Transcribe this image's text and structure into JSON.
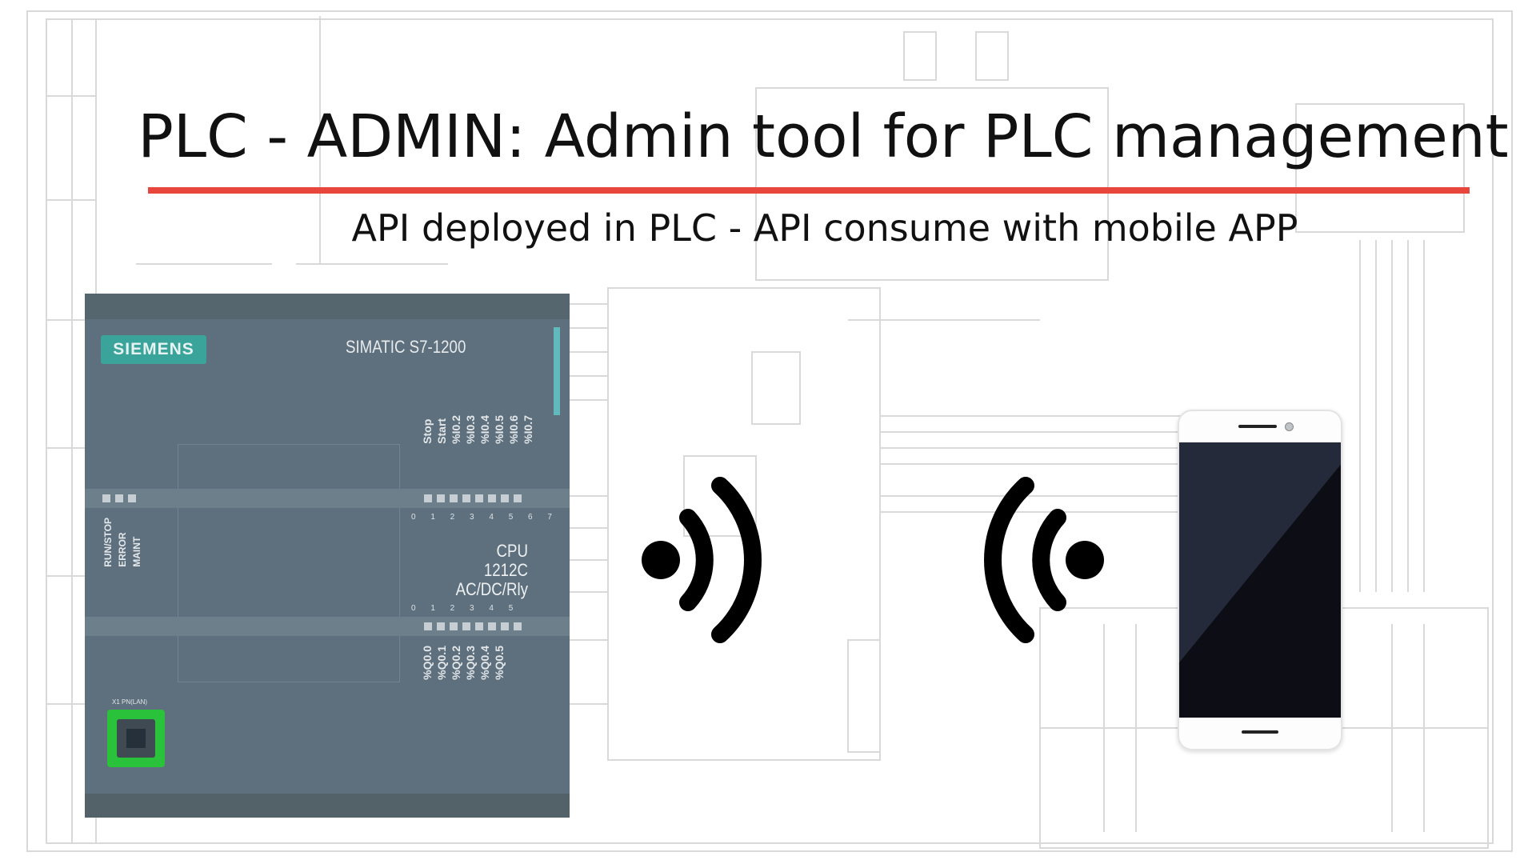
{
  "title": "PLC - ADMIN: Admin tool for PLC management",
  "subtitle": "API deployed in PLC - API consume with mobile APP",
  "plc": {
    "brand": "SIEMENS",
    "model": "SIMATIC S7-1200",
    "cpu_line1": "CPU 1212C",
    "cpu_line2": "AC/DC/Rly",
    "status_labels": [
      "RUN/STOP",
      "ERROR",
      "MAINT"
    ],
    "input_labels": [
      "Stop",
      "Start",
      "%I0.2",
      "%I0.3",
      "%I0.4",
      "%I0.5",
      "%I0.6",
      "%I0.7"
    ],
    "output_labels": [
      "%Q0.0",
      "%Q0.1",
      "%Q0.2",
      "%Q0.3",
      "%Q0.4",
      "%Q0.5"
    ],
    "input_numbers": "0 1 2 3 4 5 6 7",
    "output_numbers": "0 1 2 3 4 5",
    "port_caption": "X1 PN(LAN)"
  },
  "icons": {
    "left_signal": "wireless-signal-right-icon",
    "right_signal": "wireless-signal-left-icon",
    "device": "smartphone-icon"
  },
  "colors": {
    "accent_rule": "#e8463c",
    "plc_body": "#5e707d",
    "siemens_teal": "#3aa39a",
    "port_green": "#29c23a",
    "phone_screen": "#0c0d15"
  }
}
